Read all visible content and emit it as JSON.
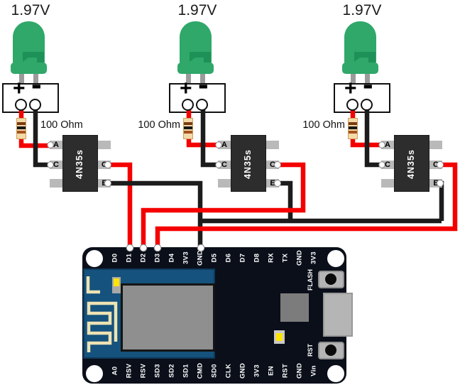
{
  "groups": [
    {
      "voltage": "1.97V",
      "resistor_label": "100 Ohm",
      "plus": "+",
      "minus": "-",
      "opto_label": "4N35s",
      "pin_a": "A",
      "pin_c_left": "C",
      "pin_c_right": "C",
      "pin_e": "E"
    },
    {
      "voltage": "1.97V",
      "resistor_label": "100 Ohm",
      "plus": "+",
      "minus": "-",
      "opto_label": "4N35s",
      "pin_a": "A",
      "pin_c_left": "C",
      "pin_c_right": "C",
      "pin_e": "E"
    },
    {
      "voltage": "1.97V",
      "resistor_label": "100 Ohm",
      "plus": "+",
      "minus": "-",
      "opto_label": "4N35s",
      "pin_a": "A",
      "pin_c_left": "C",
      "pin_c_right": "C",
      "pin_e": "E"
    }
  ],
  "board": {
    "top_pins": [
      "D0",
      "D1",
      "D2",
      "D3",
      "D4",
      "3V3",
      "GND",
      "D5",
      "D6",
      "D7",
      "D8",
      "RX",
      "TX",
      "GND",
      "3V3"
    ],
    "bottom_pins": [
      "A0",
      "RSV",
      "RSV",
      "SD3",
      "SD2",
      "SD1",
      "CMD",
      "SD0",
      "CLK",
      "GND",
      "3V3",
      "EN",
      "RST",
      "GND",
      "Vin"
    ],
    "flash_button_label": "FLASH",
    "rst_button_label": "RST"
  },
  "colors": {
    "wire_red": "#f40000",
    "wire_black": "#1c1c1c",
    "led_green": "#2fa86a",
    "led_green_dark": "#1e9158",
    "board_navy": "#0a0f1a",
    "module_blue": "#15527d",
    "shield_gray": "#8f8f8f",
    "antenna_cream": "#eee3b4",
    "resistor_tan": "#f5d9a8",
    "yellow_indicator": "#ffe400"
  }
}
